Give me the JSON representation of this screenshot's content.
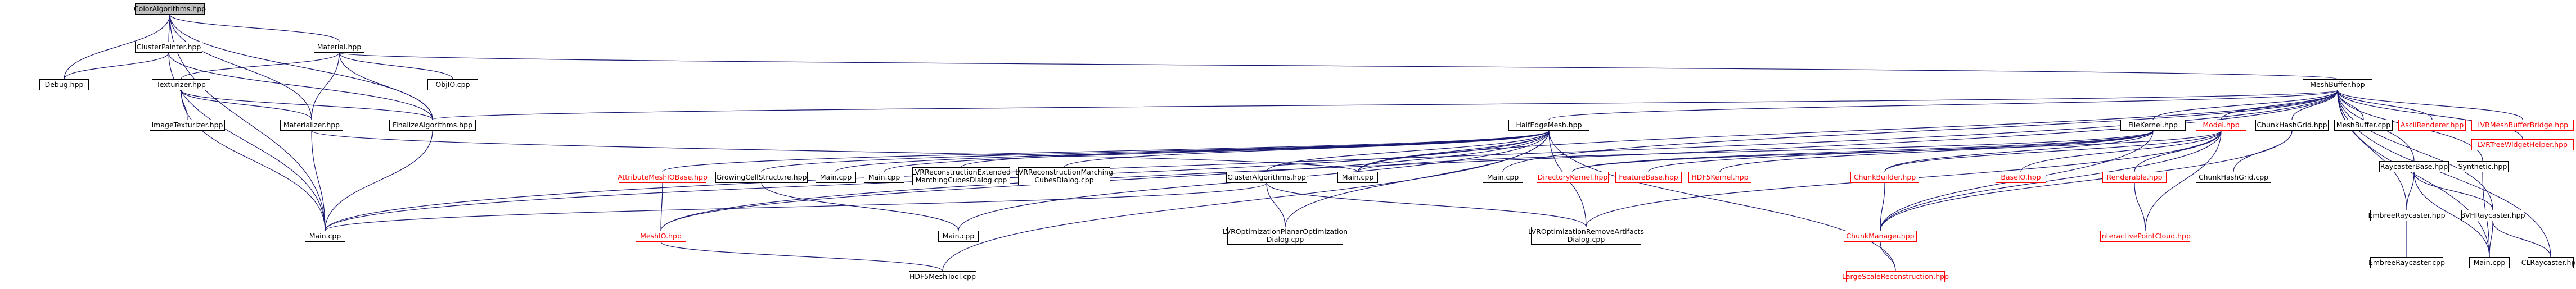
{
  "colors": {
    "edge": "#191970",
    "node_border": "#000000",
    "missing_node": "#ff0000",
    "root_fill": "#bfbfbf",
    "background": "#ffffff"
  },
  "nodes": {
    "root": "ColorAlgorithms.hpp",
    "cluster_painter": "ClusterPainter.hpp",
    "material": "Material.hpp",
    "debug": "Debug.hpp",
    "texturizer": "Texturizer.hpp",
    "obj_io": "ObjIO.cpp",
    "image_texturizer": "ImageTexturizer.hpp",
    "materializer": "Materializer.hpp",
    "finalize_algorithms": "FinalizeAlgorithms.hpp",
    "main_left": "Main.cpp",
    "mesh_buffer": "MeshBuffer.hpp",
    "half_edge_mesh": "HalfEdgeMesh.hpp",
    "file_kernel": "FileKernel.hpp",
    "model": "Model.hpp",
    "chunk_hash_grid_hpp": "ChunkHashGrid.hpp",
    "mesh_buffer_cpp": "MeshBuffer.cpp",
    "ascii_renderer": "AsciiRenderer.hpp",
    "lvr_mesh_buffer_bridge": "LVRMeshBufferBridge.hpp",
    "lvr_tree_widget_helper": "LVRTreeWidgetHelper.hpp",
    "raycaster_base": "RaycasterBase.hpp",
    "synthetic": "Synthetic.hpp",
    "attribute_mesh_io_base": "AttributeMeshIOBase.hpp",
    "growing_cell_structure": "GrowingCellStructure.hpp",
    "main_a": "Main.cpp",
    "main_b": "Main.cpp",
    "lvr_extended_mc": [
      "LVRReconstructionExtended",
      "MarchingCubesDialog.cpp"
    ],
    "lvr_mc": [
      "LVRReconstructionMarching",
      "CubesDialog.cpp"
    ],
    "cluster_algorithms": "ClusterAlgorithms.hpp",
    "main_c": "Main.cpp",
    "main_d": "Main.cpp",
    "directory_kernel": "DirectoryKernel.hpp",
    "feature_base": "FeatureBase.hpp",
    "hdf5_kernel": "HDF5Kernel.hpp",
    "chunk_builder": "ChunkBuilder.hpp",
    "base_io": "BaseIO.hpp",
    "renderable": "Renderable.hpp",
    "chunk_hash_grid_cpp": "ChunkHashGrid.cpp",
    "embree_raycaster_hpp": "EmbreeRaycaster.hpp",
    "bvh_raycaster": "BVHRaycaster.hpp",
    "main_bottom_left": "Main.cpp",
    "mesh_io": "MeshIO.hpp",
    "main_center": "Main.cpp",
    "lvr_planar": [
      "LVROptimizationPlanarOptimization",
      "Dialog.cpp"
    ],
    "lvr_remove_artifacts": [
      "LVROptimizationRemoveArtifacts",
      "Dialog.cpp"
    ],
    "chunk_manager": "ChunkManager.hpp",
    "interactive_point_cloud": "InteractivePointCloud.hpp",
    "embree_raycaster_cpp": "EmbreeRaycaster.cpp",
    "main_right": "Main.cpp",
    "cl_raycaster": "CLRaycaster.hpp",
    "hdf5_mesh_tool": "HDF5MeshTool.cpp",
    "large_scale_reconstruction": "LargeScaleReconstruction.hpp"
  }
}
